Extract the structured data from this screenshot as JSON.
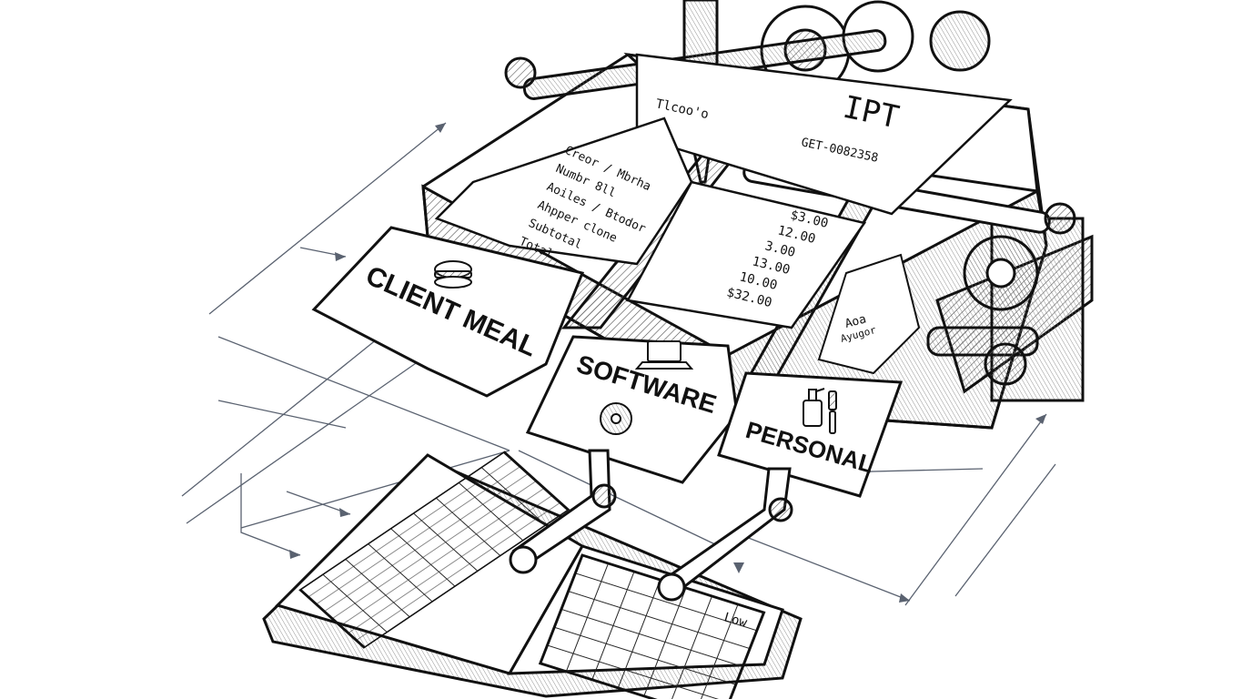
{
  "palette": {
    "ink": "#111111",
    "paper": "#ffffff",
    "hatch": "#555555",
    "blueprint": "#5a6270"
  },
  "labels": {
    "client_meal": "CLIENT MEAL",
    "software": "SOFTWARE",
    "personal": "PERSONAL"
  },
  "receipt_left": {
    "lines": [
      "Creor / Mbrha",
      "Numbr 8ll",
      "Aoiles / Btodor",
      "Ahpper clone",
      "Subtotal",
      "Total"
    ]
  },
  "receipt_mid": {
    "amounts": [
      "$3.00",
      "12.00",
      "3.00",
      "13.00",
      "10.00",
      "$32.00"
    ]
  },
  "receipt_top": {
    "title": "IPT",
    "code": "GET-0082358",
    "header": "Tlcoo'o"
  },
  "receipt_right": {
    "lines": [
      "Aoa",
      "Ayugor"
    ]
  },
  "ledger": {
    "header_right": "Low"
  },
  "icons": [
    "burger-icon",
    "laptop-icon",
    "cd-icon",
    "soap-bottle-icon",
    "toothbrush-icon",
    "gear-icon"
  ]
}
